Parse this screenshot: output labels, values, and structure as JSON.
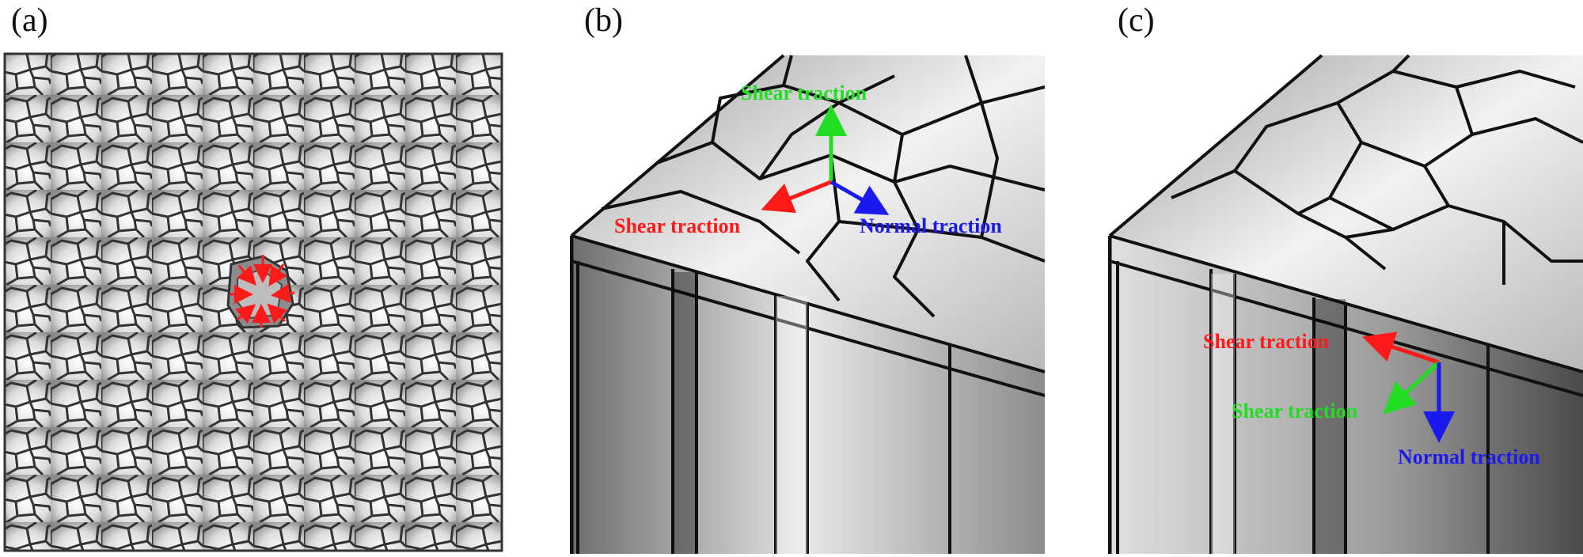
{
  "panels": {
    "a": {
      "label": "(a)"
    },
    "b": {
      "label": "(b)"
    },
    "c": {
      "label": "(c)"
    }
  },
  "tractions": {
    "b": {
      "shear_up": "Shear traction",
      "shear_left": "Shear traction",
      "normal": "Normal traction"
    },
    "c": {
      "shear_left": "Shear traction",
      "shear_diag": "Shear traction",
      "normal": "Normal traction"
    }
  },
  "colors": {
    "shear_red": "#ff1a1a",
    "shear_green": "#22dd22",
    "normal_blue": "#1a1aee",
    "grain_boundary": "#222222"
  }
}
